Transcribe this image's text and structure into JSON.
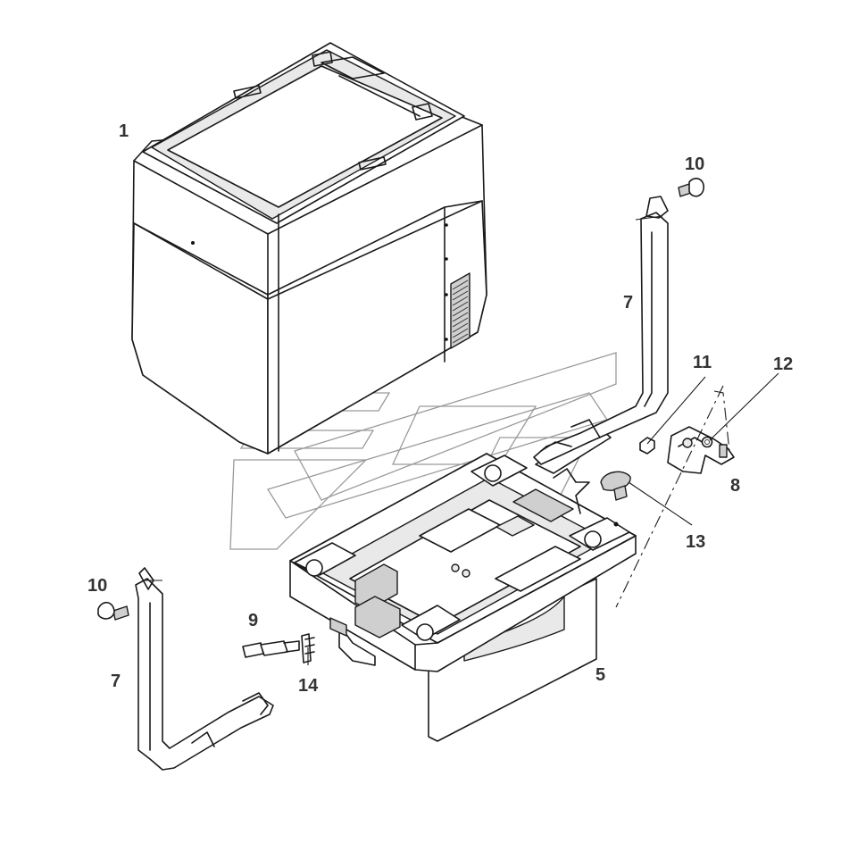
{
  "callouts": {
    "c1": "1",
    "c5": "5",
    "c7a": "7",
    "c7b": "7",
    "c8": "8",
    "c9": "9",
    "c10a": "10",
    "c10b": "10",
    "c11": "11",
    "c12": "12",
    "c13": "13",
    "c14": "14"
  }
}
